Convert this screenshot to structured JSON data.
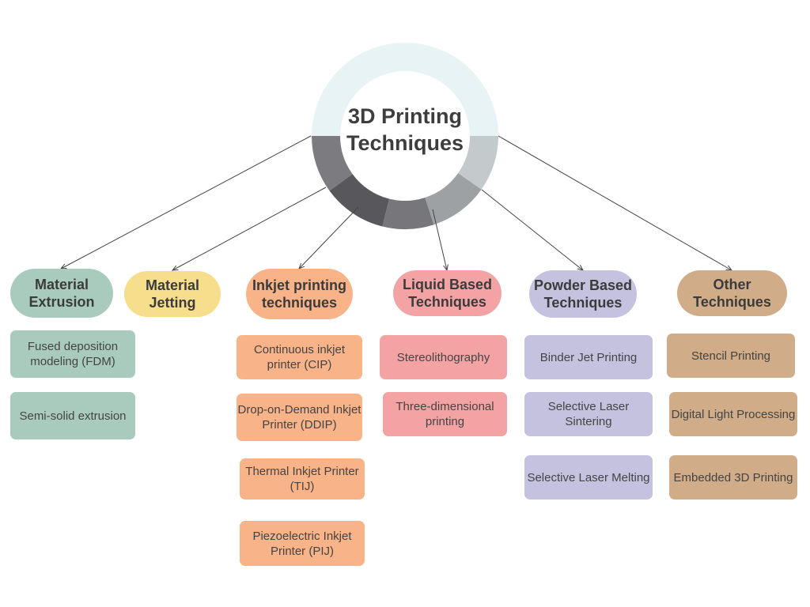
{
  "title": "3D Printing Techniques",
  "colors": {
    "extrusion": "#a9cbbe",
    "jetting": "#f6de8c",
    "inkjet": "#f8b388",
    "liquid": "#f4a3a5",
    "powder": "#c4c2df",
    "other": "#d0ac88"
  },
  "categories": [
    {
      "label": "Material Extrusion",
      "items": [
        "Fused deposition modeling (FDM)",
        "Semi-solid extrusion"
      ]
    },
    {
      "label": "Material Jetting",
      "items": []
    },
    {
      "label": "Inkjet printing techniques",
      "items": [
        "Continuous inkjet printer (CIP)",
        "Drop-on-Demand Inkjet Printer (DDIP)",
        "Thermal Inkjet Printer (TIJ)",
        "Piezoelectric Inkjet Printer (PIJ)"
      ]
    },
    {
      "label": "Liquid Based Techniques",
      "items": [
        "Stereolithography",
        "Three-dimensional printing"
      ]
    },
    {
      "label": "Powder Based Techniques",
      "items": [
        "Binder Jet Printing",
        "Selective Laser Sintering",
        "Selective Laser Melting"
      ]
    },
    {
      "label": "Other Techniques",
      "items": [
        "Stencil Printing",
        "Digital Light Processing",
        "Embedded 3D Printing"
      ]
    }
  ]
}
